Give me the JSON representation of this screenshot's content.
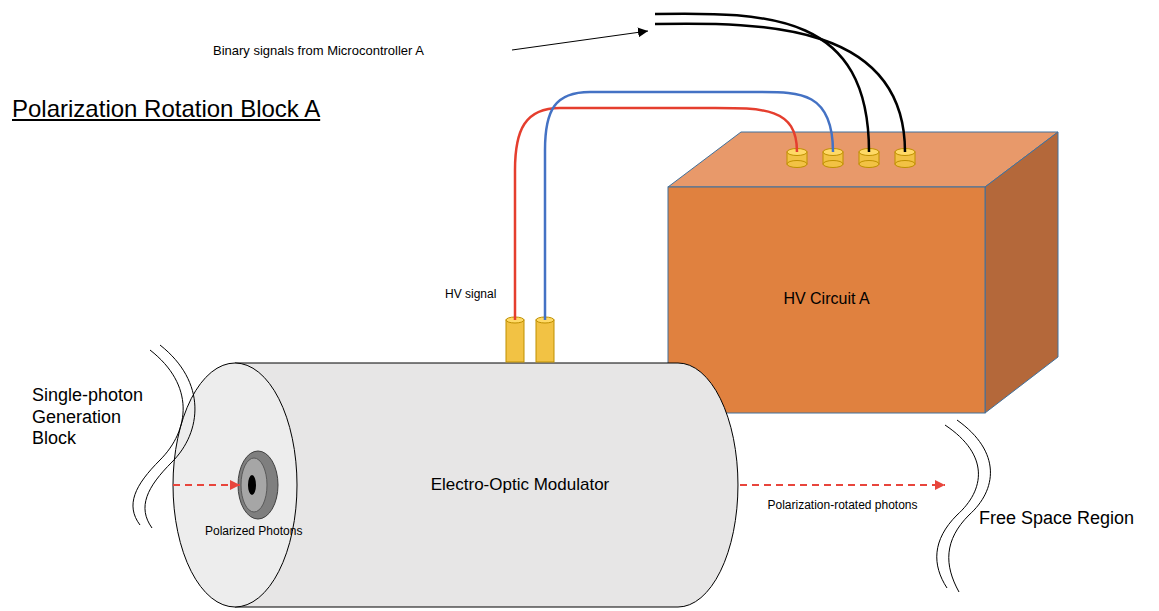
{
  "diagram": {
    "title": "Polarization Rotation Block A",
    "nodes": [
      {
        "text": [
          "Single-photon Generation Block"
        ]
      },
      {
        "text": [
          "Electro-Optic Modulator"
        ]
      },
      {
        "text": [
          "HV Circuit A"
        ]
      },
      {
        "text": [
          "Free Space Region"
        ]
      }
    ],
    "edges": [
      {
        "from": 0,
        "to": 1,
        "arrow": "to",
        "label": "Polarized Photons"
      },
      {
        "from": 1,
        "to": 3,
        "arrow": "to",
        "label": "Polarization-rotated photons"
      },
      {
        "from": 2,
        "to": 1,
        "arrow": "none"
      },
      {
        "from": 2,
        "to": 1,
        "arrow": "none"
      }
    ],
    "labels": [
      "Binary signals from Microcontroller A",
      "HV signal"
    ]
  }
}
